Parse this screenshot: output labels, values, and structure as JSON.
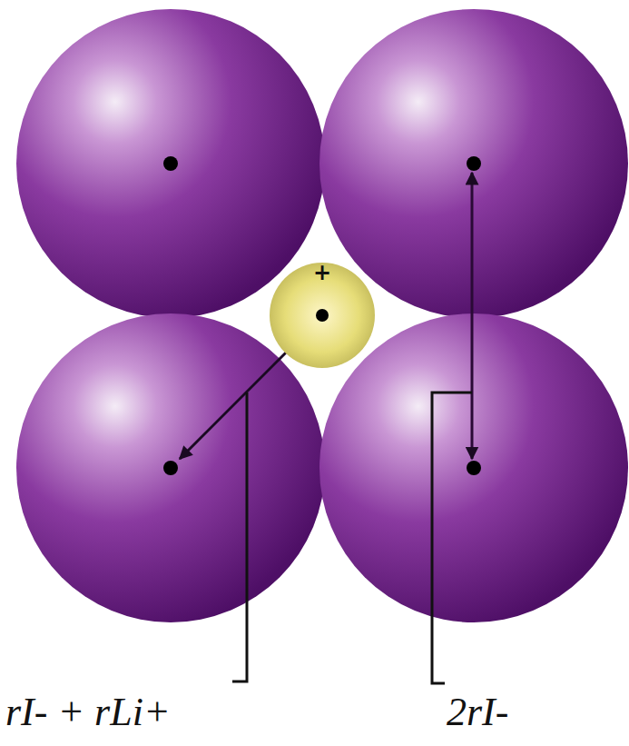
{
  "diagram": {
    "nodes": [
      {
        "text": [
          "+"
        ]
      }
    ],
    "labels": [
      "rI- + rLi+",
      "2rI-"
    ]
  }
}
